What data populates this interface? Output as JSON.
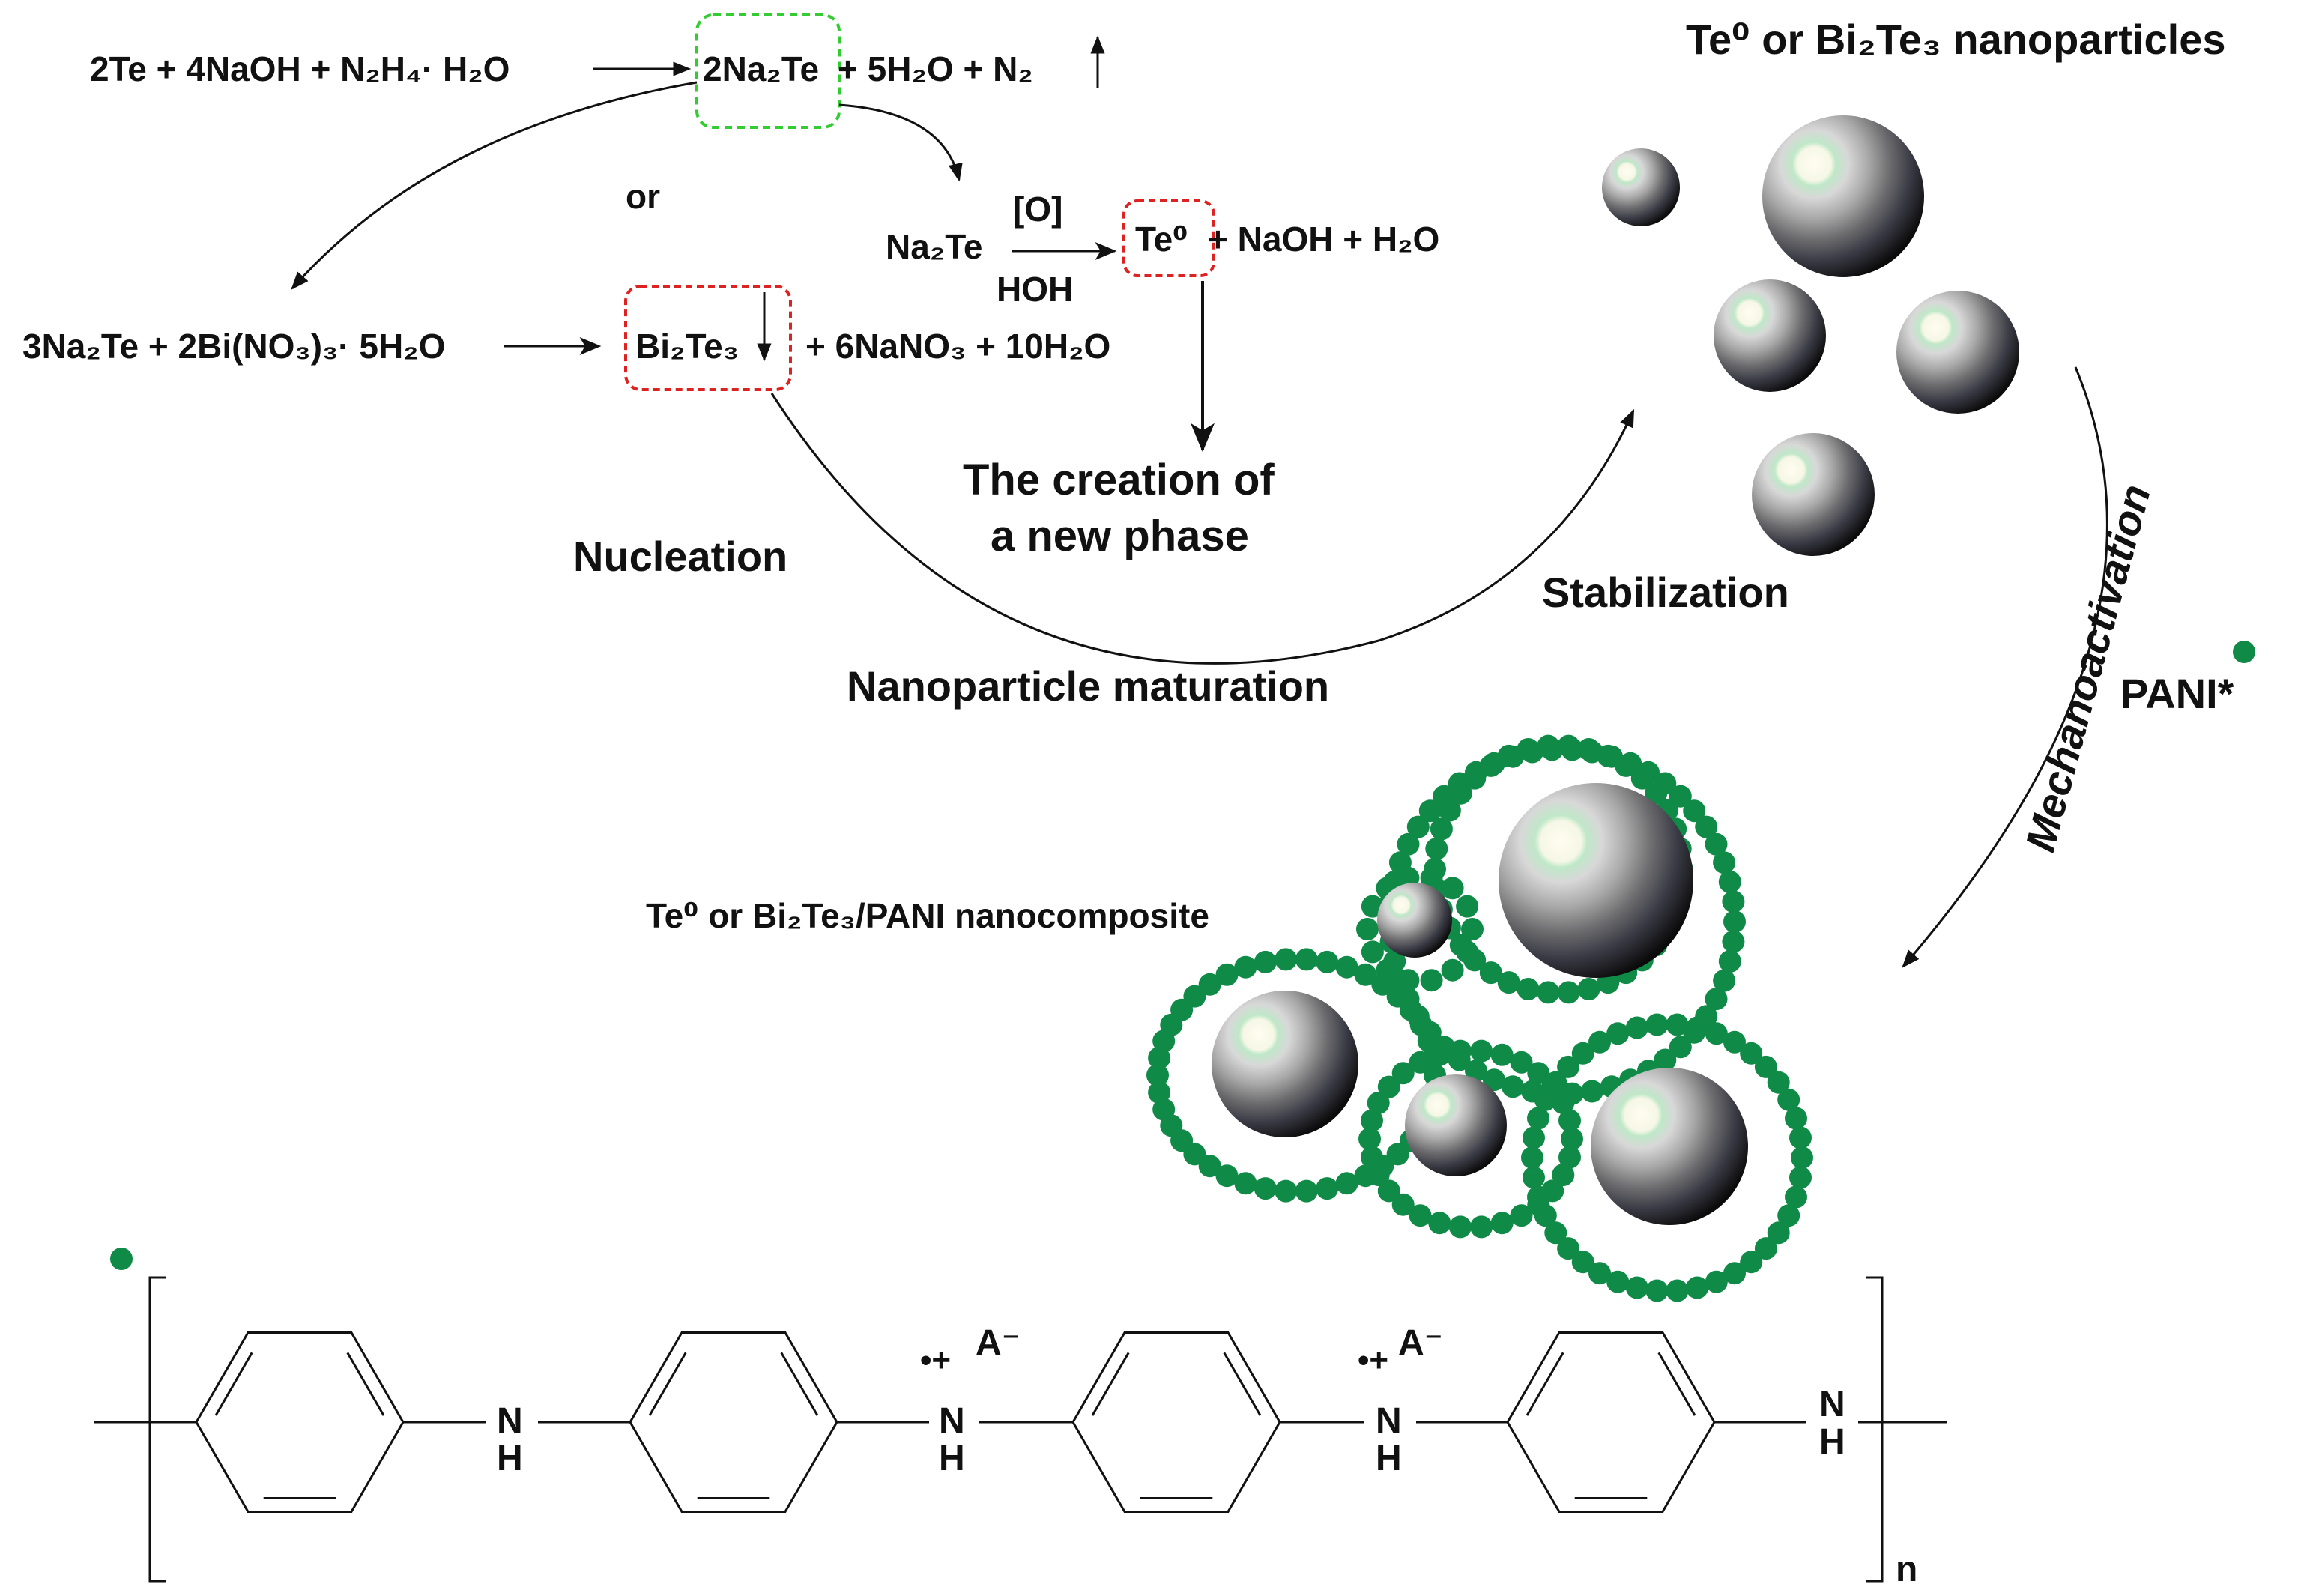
{
  "reactions": {
    "r1_left": "2Te + 4NaOH + N₂H₄· H₂O",
    "r1_product_box": "2Na₂Te",
    "r1_right": "+ 5H₂O + N₂",
    "or": "or",
    "r2_reactant": "Na₂Te",
    "r2_above": "[O]",
    "r2_below": "HOH",
    "r2_product_box": "Te⁰",
    "r2_right": "+ NaOH + H₂O",
    "r3_left": "3Na₂Te + 2Bi(NO₃)₃· 5H₂O",
    "r3_product_box": "Bi₂Te₃",
    "r3_right": "+ 6NaNO₃ + 10H₂O"
  },
  "labels": {
    "new_phase_line1": "The creation of",
    "new_phase_line2": "a new phase",
    "nucleation": "Nucleation",
    "maturation": "Nanoparticle maturation",
    "stabilization": "Stabilization",
    "nanoparticles_title": "Te⁰ or Bi₂Te₃ nanoparticles",
    "mechanoactivation": "Mechanoactivation",
    "pani": "PANI*",
    "nanocomposite": "Te⁰ or Bi₂Te₃/PANI nanocomposite"
  },
  "structure": {
    "nh_n": "N",
    "nh_h": "H",
    "radical_plus": "•+",
    "anion": "A⁻",
    "repeat_n": "n"
  },
  "colors": {
    "green_box": "#33cc33",
    "red_box": "#dd2222",
    "pani_green": "#0f8a47",
    "sphere_dark": "#111111",
    "sphere_light": "#fffbe6"
  }
}
